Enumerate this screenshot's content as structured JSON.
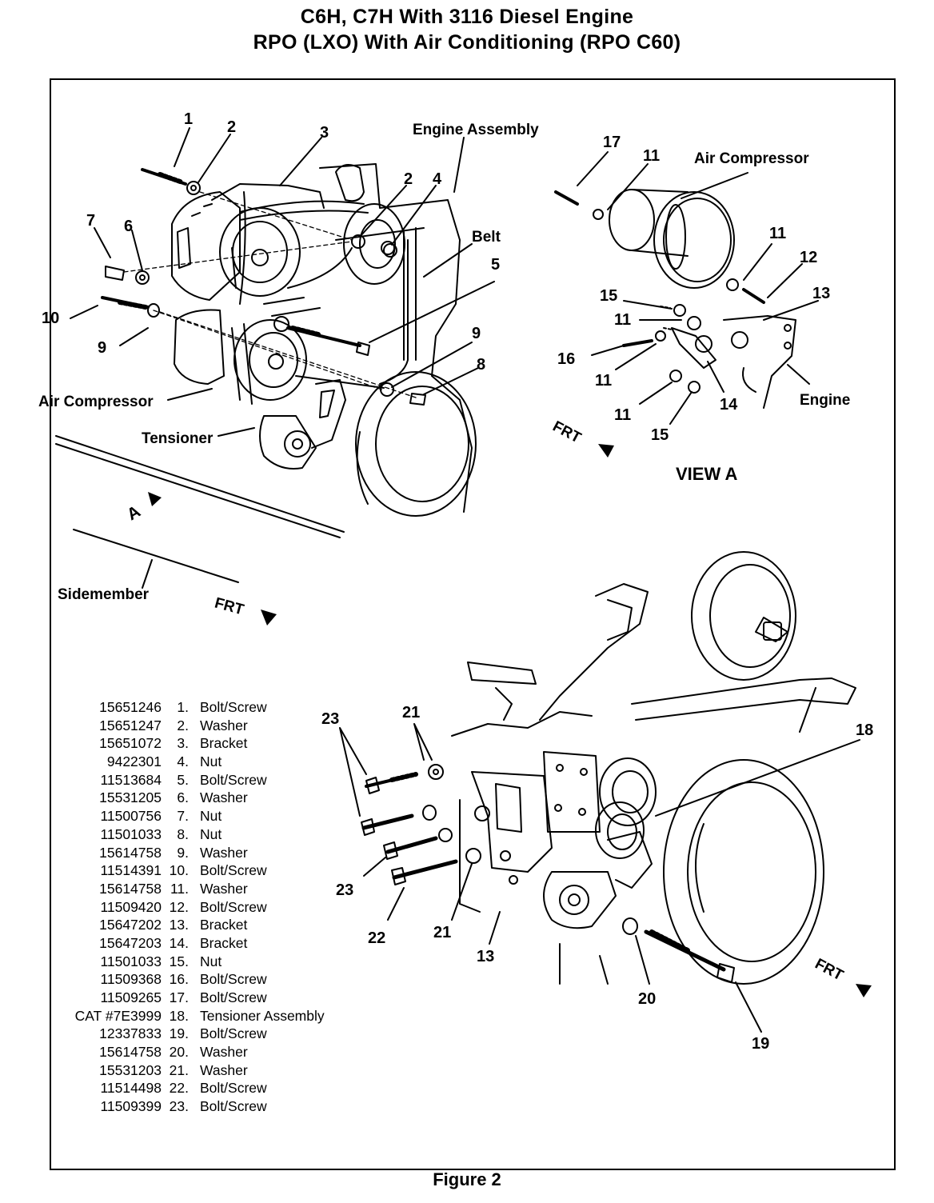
{
  "title_line1": "C6H, C7H With 3116 Diesel Engine",
  "title_line2": "RPO (LXO) With Air Conditioning (RPO C60)",
  "caption": "Figure 2",
  "labels": {
    "engine_assembly": "Engine Assembly",
    "belt": "Belt",
    "air_compressor_main": "Air Compressor",
    "tensioner": "Tensioner",
    "sidemember": "Sidemember",
    "frt": "FRT",
    "view_arrow": "A",
    "air_compressor_view": "Air Compressor",
    "engine_view": "Engine",
    "view_a": "VIEW A"
  },
  "callouts_main": [
    "1",
    "2",
    "3",
    "2",
    "4",
    "7",
    "6",
    "5",
    "10",
    "9",
    "9",
    "8"
  ],
  "callouts_view": [
    "17",
    "11",
    "11",
    "12",
    "15",
    "11",
    "13",
    "16",
    "11",
    "14",
    "11",
    "15"
  ],
  "callouts_lower": [
    "23",
    "21",
    "18",
    "23",
    "21",
    "22",
    "13",
    "20",
    "19"
  ],
  "parts": [
    {
      "pn": "15651246",
      "idx": "1.",
      "name": "Bolt/Screw"
    },
    {
      "pn": "15651247",
      "idx": "2.",
      "name": "Washer"
    },
    {
      "pn": "15651072",
      "idx": "3.",
      "name": "Bracket"
    },
    {
      "pn": "9422301",
      "idx": "4.",
      "name": "Nut"
    },
    {
      "pn": "11513684",
      "idx": "5.",
      "name": "Bolt/Screw"
    },
    {
      "pn": "15531205",
      "idx": "6.",
      "name": "Washer"
    },
    {
      "pn": "11500756",
      "idx": "7.",
      "name": "Nut"
    },
    {
      "pn": "11501033",
      "idx": "8.",
      "name": "Nut"
    },
    {
      "pn": "15614758",
      "idx": "9.",
      "name": "Washer"
    },
    {
      "pn": "11514391",
      "idx": "10.",
      "name": "Bolt/Screw"
    },
    {
      "pn": "15614758",
      "idx": "11.",
      "name": "Washer"
    },
    {
      "pn": "11509420",
      "idx": "12.",
      "name": "Bolt/Screw"
    },
    {
      "pn": "15647202",
      "idx": "13.",
      "name": "Bracket"
    },
    {
      "pn": "15647203",
      "idx": "14.",
      "name": "Bracket"
    },
    {
      "pn": "11501033",
      "idx": "15.",
      "name": "Nut"
    },
    {
      "pn": "11509368",
      "idx": "16.",
      "name": "Bolt/Screw"
    },
    {
      "pn": "11509265",
      "idx": "17.",
      "name": "Bolt/Screw"
    },
    {
      "pn": "CAT #7E3999",
      "idx": "18.",
      "name": "Tensioner Assembly"
    },
    {
      "pn": "12337833",
      "idx": "19.",
      "name": "Bolt/Screw"
    },
    {
      "pn": "15614758",
      "idx": "20.",
      "name": "Washer"
    },
    {
      "pn": "15531203",
      "idx": "21.",
      "name": "Washer"
    },
    {
      "pn": "11514498",
      "idx": "22.",
      "name": "Bolt/Screw"
    },
    {
      "pn": "11509399",
      "idx": "23.",
      "name": "Bolt/Screw"
    }
  ]
}
